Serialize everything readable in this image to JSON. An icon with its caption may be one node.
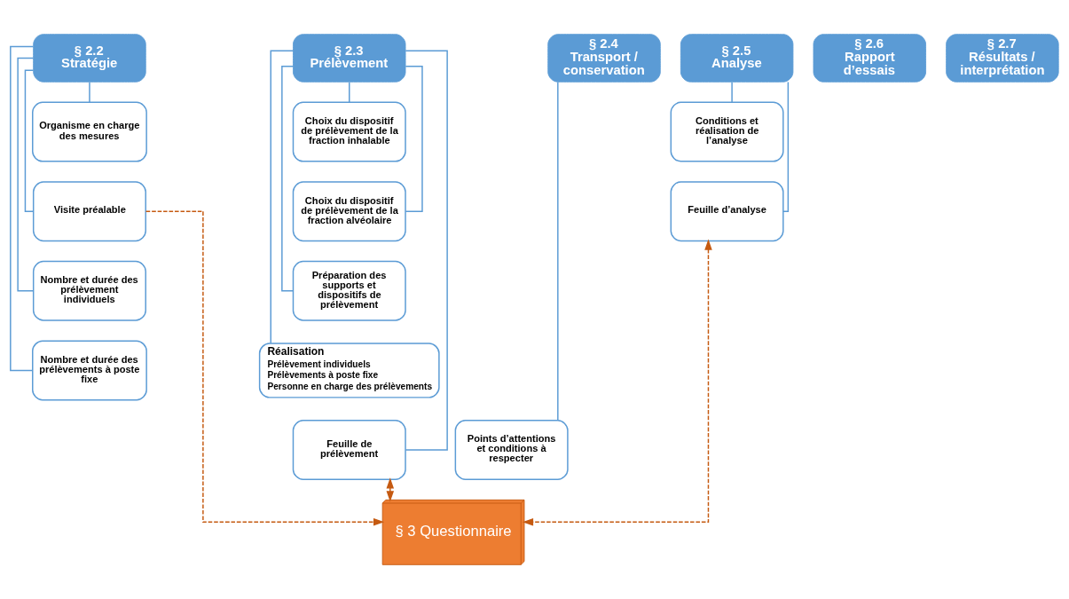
{
  "diagram": {
    "nodes": [
      {
        "text": [
          "§ 2.2 Stratégie"
        ]
      },
      {
        "text": [
          "Organisme en charge des mesures"
        ]
      },
      {
        "text": [
          "Visite préalable"
        ]
      },
      {
        "text": [
          "Nombre et durée des prélèvement individuels"
        ]
      },
      {
        "text": [
          "Nombre et durée des prélèvements à poste fixe"
        ]
      },
      {
        "text": [
          "§ 2.3 Prélèvement"
        ]
      },
      {
        "text": [
          "Choix du dispositif de prélèvement de la fraction inhalable"
        ]
      },
      {
        "text": [
          "Choix du dispositif de prélèvement de la fraction alvéolaire"
        ]
      },
      {
        "text": [
          "Préparation des supports et dispositifs de prélèvement"
        ]
      },
      {
        "text": [
          "Réalisation",
          "Prélèvement individuels",
          "Prélèvements à poste fixe",
          "Personne en charge des prélèvements"
        ]
      },
      {
        "text": [
          "Feuille de prélèvement"
        ]
      },
      {
        "text": [
          "§ 2.4 Transport / conservation"
        ]
      },
      {
        "text": [
          "Points d’attentions et conditions à respecter"
        ]
      },
      {
        "text": [
          "§ 2.5 Analyse"
        ]
      },
      {
        "text": [
          "Conditions et réalisation de l’analyse"
        ]
      },
      {
        "text": [
          "Feuille d’analyse"
        ]
      },
      {
        "text": [
          "§ 2.6 Rapport d’essais"
        ]
      },
      {
        "text": [
          "§ 2.7 Résultats / interprétation"
        ]
      },
      {
        "text": [
          "§ 3 Questionnaire"
        ]
      }
    ],
    "edges": [
      {
        "from": 0,
        "to": 1,
        "arrow": "none"
      },
      {
        "from": 0,
        "to": 2,
        "arrow": "none"
      },
      {
        "from": 0,
        "to": 3,
        "arrow": "none"
      },
      {
        "from": 0,
        "to": 4,
        "arrow": "none"
      },
      {
        "from": 5,
        "to": 6,
        "arrow": "none"
      },
      {
        "from": 5,
        "to": 7,
        "arrow": "none"
      },
      {
        "from": 5,
        "to": 8,
        "arrow": "none"
      },
      {
        "from": 5,
        "to": 9,
        "arrow": "none"
      },
      {
        "from": 5,
        "to": 10,
        "arrow": "none"
      },
      {
        "from": 11,
        "to": 12,
        "arrow": "none"
      },
      {
        "from": 13,
        "to": 14,
        "arrow": "none"
      },
      {
        "from": 13,
        "to": 15,
        "arrow": "none"
      },
      {
        "from": 2,
        "to": 18,
        "arrow": "to",
        "style": "dashed",
        "color": "#c55a11"
      },
      {
        "from": 10,
        "to": 18,
        "arrow": "both",
        "style": "dashed",
        "color": "#c55a11"
      },
      {
        "from": 15,
        "to": 18,
        "arrow": "both",
        "style": "dashed",
        "color": "#c55a11"
      }
    ]
  }
}
